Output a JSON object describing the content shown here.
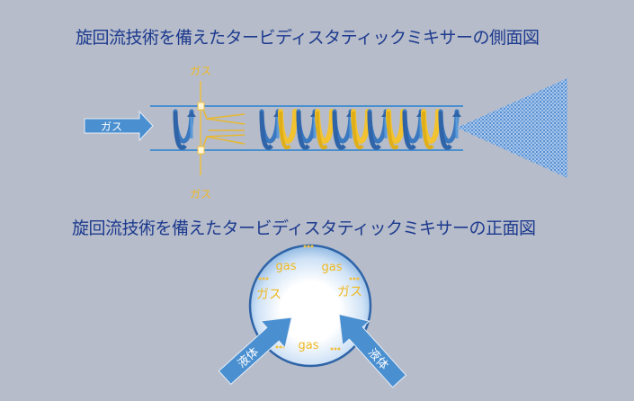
{
  "side_view": {
    "title": "旋回流技術を備えたタービディスタティックミキサーの側面図",
    "inlet_arrow_label": "ガス",
    "top_gas_label": "ガス",
    "bottom_gas_label": "ガス",
    "swirl_sequence": [
      "blue",
      "blue",
      "yellow",
      "blue",
      "yellow",
      "blue",
      "yellow",
      "blue",
      "yellow",
      "blue",
      "yellow",
      "blue",
      "yellow",
      "blue"
    ],
    "outlet": "spray-cone"
  },
  "front_view": {
    "title": "旋回流技術を備えたタービディスタティックミキサーの正面図",
    "labels": {
      "gas_top_left": "gas",
      "gas_top_right": "gas",
      "gas_jp_left": "ガス",
      "gas_jp_right": "ガス",
      "gas_bottom": "gas"
    },
    "left_arrow_label": "液体",
    "right_arrow_label": "液体"
  },
  "colors": {
    "background": "#b6bcc9",
    "title": "#1d3a8f",
    "pipe": "#4a8fd0",
    "swirl_blue": "#3a78c0",
    "swirl_yellow": "#f2c230",
    "gas_text": "#f0b820",
    "arrow_fill": "#4a8fd0"
  }
}
